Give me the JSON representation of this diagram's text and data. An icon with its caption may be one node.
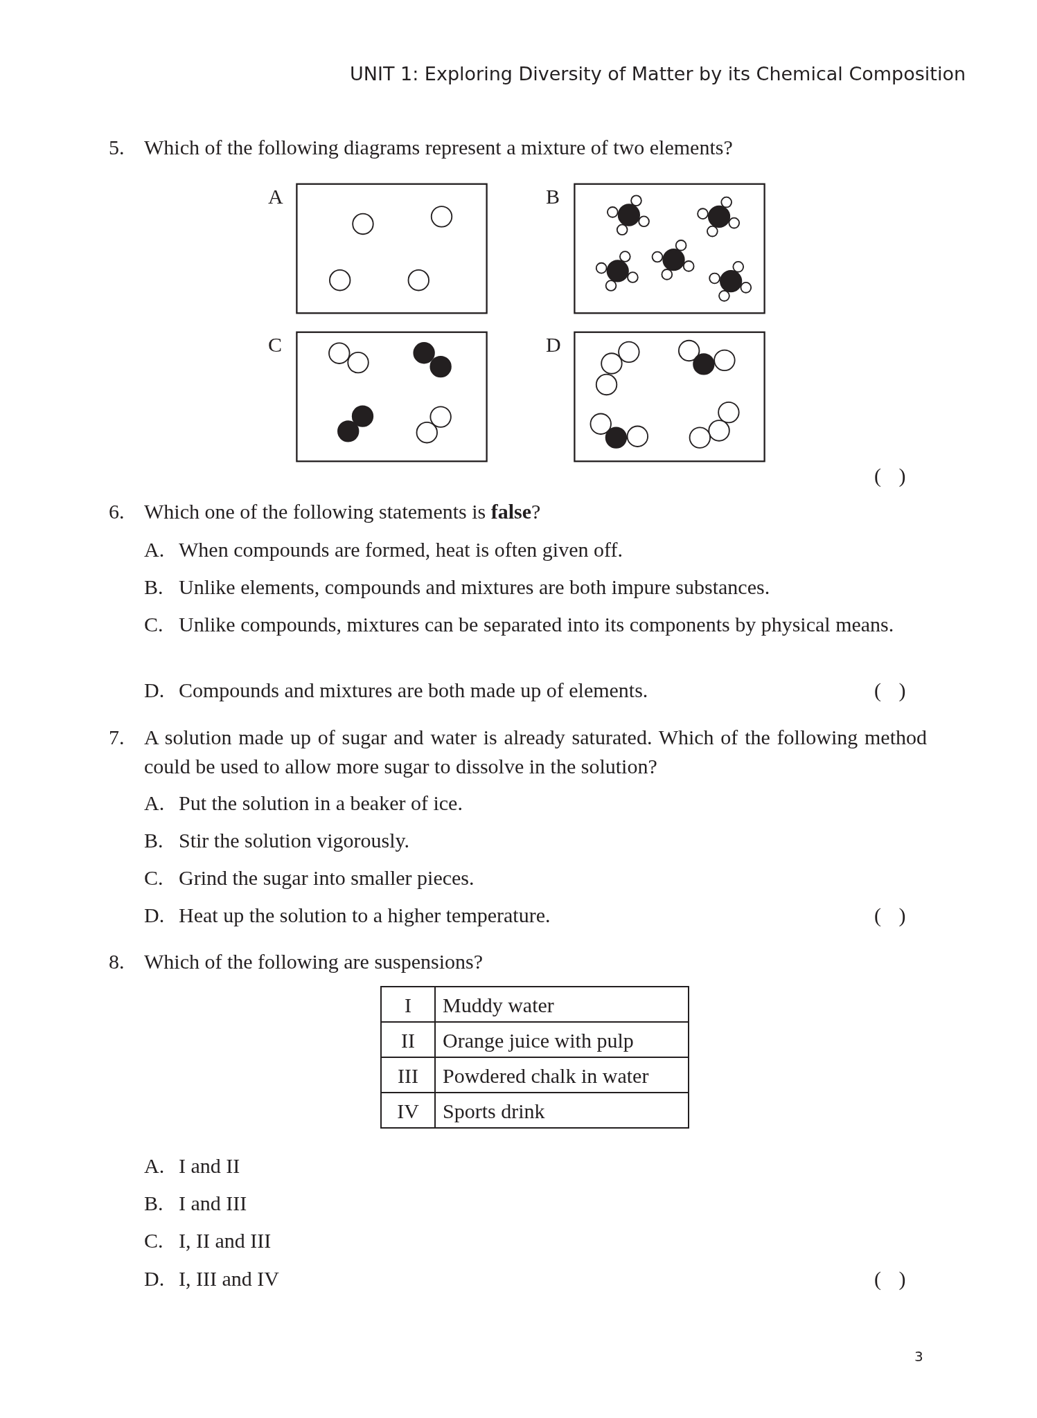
{
  "diagram": {
    "nodes": [
      {
        "text": [
          "A"
        ]
      },
      {
        "text": [
          "B"
        ]
      },
      {
        "text": [
          "C"
        ]
      },
      {
        "text": [
          "D"
        ]
      }
    ],
    "labels": [
      "UNIT 1: Exploring Diversity of Matter by its Chemical Composition",
      "5.",
      "Which of the following diagrams represent a mixture of two elements?",
      "( )",
      "6.",
      "Which one of the following statements is **false**?",
      "A.",
      "When compounds are formed, heat is often given off.",
      "B.",
      "Unlike elements, compounds and mixtures are both impure substances.",
      "C.",
      "Unlike compounds, mixtures can be separated into its components by physical means.",
      "D.",
      "Compounds and mixtures are both made up of elements.",
      "( )",
      "7.",
      "A solution made up of sugar and water is already saturated. Which of the following method could be used to allow more sugar to dissolve in the solution?",
      "A.",
      "Put the solution in a beaker of ice.",
      "B.",
      "Stir the solution vigorously.",
      "C.",
      "Grind the sugar into smaller pieces.",
      "D.",
      "Heat up the solution to a higher temperature.",
      "( )",
      "8.",
      "Which of the following are suspensions?",
      "I",
      "Muddy water",
      "II",
      "Orange juice with pulp",
      "III",
      "Powdered chalk in water",
      "IV",
      "Sports drink",
      "A.",
      "I and II",
      "B.",
      "I and III",
      "C.",
      "I, II and III",
      "D.",
      "I, III and IV",
      "( )",
      "3"
    ]
  }
}
